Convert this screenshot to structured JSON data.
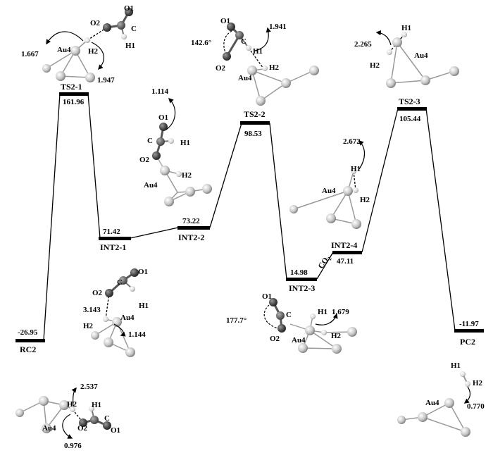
{
  "levels": [
    {
      "id": "RC2",
      "name": "RC2",
      "energy": "-26.95"
    },
    {
      "id": "TS2-1",
      "name": "TS2-1",
      "energy": "161.96"
    },
    {
      "id": "INT2-1",
      "name": "INT2-1",
      "energy": "71.42"
    },
    {
      "id": "INT2-2",
      "name": "INT2-2",
      "energy": "73.22"
    },
    {
      "id": "TS2-2",
      "name": "TS2-2",
      "energy": "98.53"
    },
    {
      "id": "INT2-3",
      "name": "INT2-3",
      "energy": "14.98"
    },
    {
      "id": "INT2-4",
      "name": "INT2-4",
      "energy": "47.11"
    },
    {
      "id": "TS2-3",
      "name": "TS2-3",
      "energy": "105.44"
    },
    {
      "id": "PC2",
      "name": "PC2",
      "energy": "-11.97"
    }
  ],
  "co2_label": "CO",
  "co2_sub": "2",
  "atoms": {
    "o1": "O1",
    "o2": "O2",
    "c": "C",
    "h1": "H1",
    "h2": "H2",
    "au4": "Au4"
  },
  "annotations": {
    "ts21_d1": "1.667",
    "ts21_d2": "1.947",
    "ts22_angle": "142.6°",
    "ts22_d1": "1.941",
    "ts23_d1": "2.265",
    "int21_d1": "1.114",
    "int24_d1": "2.672",
    "int22b_d1": "3.143",
    "int22b_d2": "1.144",
    "int23_angle": "177.7°",
    "int23_d1": "1.679",
    "rc2_d1": "2.537",
    "rc2_d2": "0.976",
    "pc2_d1": "0.770"
  }
}
